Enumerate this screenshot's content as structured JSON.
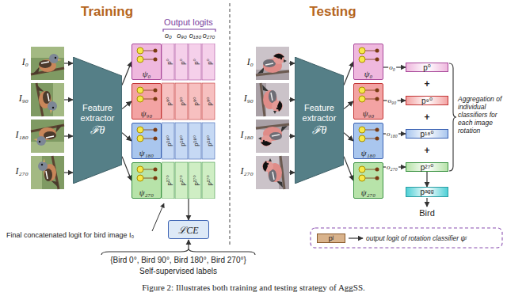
{
  "diagram": {
    "caption": "Figure 2: Illustrates both training and testing strategy of AggSS.",
    "nodes": [
      {
        "text": [
          "I₀"
        ]
      },
      {
        "text": [
          "I₉₀"
        ]
      },
      {
        "text": [
          "I₁₈₀"
        ]
      },
      {
        "text": [
          "I₂₇₀"
        ]
      },
      {
        "text": [
          "Feature extractor",
          "ℱθ"
        ]
      },
      {
        "text": [
          "ψ₀"
        ]
      },
      {
        "text": [
          "ψ₉₀"
        ]
      },
      {
        "text": [
          "ψ₁₈₀"
        ]
      },
      {
        "text": [
          "ψ₂₇₀"
        ]
      },
      {
        "text": [
          "Output logits",
          "p⁰",
          "p⁰",
          "p⁰",
          "p⁰",
          "p⁹⁰",
          "p⁹⁰",
          "p⁹⁰",
          "p⁹⁰",
          "p¹⁸⁰",
          "p¹⁸⁰",
          "p¹⁸⁰",
          "p¹⁸⁰",
          "p²⁷⁰",
          "p²⁷⁰",
          "p²⁷⁰",
          "p²⁷⁰"
        ]
      },
      {
        "text": [
          "ℒCE"
        ]
      },
      {
        "text": [
          "I₀"
        ]
      },
      {
        "text": [
          "I₉₀"
        ]
      },
      {
        "text": [
          "I₁₈₀"
        ]
      },
      {
        "text": [
          "I₂₇₀"
        ]
      },
      {
        "text": [
          "Feature extractor",
          "ℱθ"
        ]
      },
      {
        "text": [
          "ψ₀"
        ]
      },
      {
        "text": [
          "ψ₉₀"
        ]
      },
      {
        "text": [
          "ψ₁₈₀"
        ]
      },
      {
        "text": [
          "ψ₂₇₀"
        ]
      },
      {
        "text": [
          "p⁰"
        ]
      },
      {
        "text": [
          "p⁹⁰"
        ]
      },
      {
        "text": [
          "p¹⁸⁰"
        ]
      },
      {
        "text": [
          "p²⁷⁰"
        ]
      },
      {
        "text": [
          "pᵃᵍᵍ"
        ]
      }
    ],
    "edges": [
      {
        "from": 0,
        "to": 4,
        "arrow": "to"
      },
      {
        "from": 1,
        "to": 4,
        "arrow": "to"
      },
      {
        "from": 2,
        "to": 4,
        "arrow": "to"
      },
      {
        "from": 3,
        "to": 4,
        "arrow": "to"
      },
      {
        "from": 4,
        "to": 5,
        "arrow": "to"
      },
      {
        "from": 4,
        "to": 6,
        "arrow": "to"
      },
      {
        "from": 4,
        "to": 7,
        "arrow": "to"
      },
      {
        "from": 4,
        "to": 8,
        "arrow": "to"
      },
      {
        "from": 9,
        "to": 10,
        "arrow": "to"
      },
      {
        "from": 11,
        "to": 15,
        "arrow": "to"
      },
      {
        "from": 12,
        "to": 15,
        "arrow": "to"
      },
      {
        "from": 13,
        "to": 15,
        "arrow": "to"
      },
      {
        "from": 14,
        "to": 15,
        "arrow": "to"
      },
      {
        "from": 15,
        "to": 16,
        "arrow": "to"
      },
      {
        "from": 15,
        "to": 17,
        "arrow": "to"
      },
      {
        "from": 15,
        "to": 18,
        "arrow": "to"
      },
      {
        "from": 15,
        "to": 19,
        "arrow": "to"
      },
      {
        "from": 16,
        "to": 20,
        "label": "o₀",
        "arrow": "to"
      },
      {
        "from": 17,
        "to": 21,
        "label": "o₉₀",
        "arrow": "to"
      },
      {
        "from": 18,
        "to": 22,
        "label": "o₁₈₀",
        "arrow": "to"
      },
      {
        "from": 19,
        "to": 23,
        "label": "o₂₇₀",
        "arrow": "to"
      },
      {
        "from": 23,
        "to": 24,
        "arrow": "to"
      }
    ],
    "labels": [
      "Training",
      "Testing",
      "o₀",
      "o₉₀",
      "o₁₈₀",
      "o₂₇₀",
      "Final concatenated logit for bird image I₀",
      "{Bird 0°, Bird 90°, Bird 180°, Bird 270°}",
      "Self-supervised labels",
      "+",
      "+",
      "+",
      "Bird",
      "Aggregation of individual classifiers for each image rotation",
      "pʲ"
    ],
    "legend": [
      {
        "text": "output logit of rotation classifier ψʲ",
        "color": "#d9b38c"
      }
    ]
  }
}
